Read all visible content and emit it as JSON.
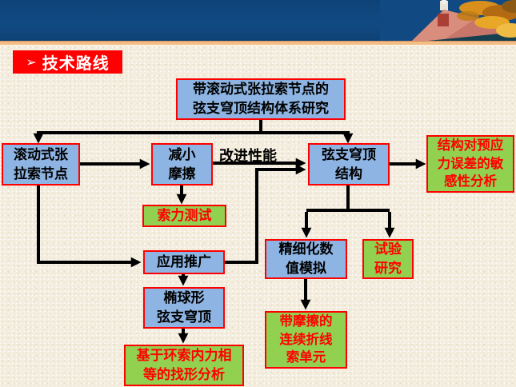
{
  "header": {
    "image": "chinese-palace-roof-photo",
    "colors": {
      "band": "#114a82",
      "strip": "#f2be86"
    }
  },
  "section_label": {
    "arrow_icon": "➢",
    "text": "技术路线"
  },
  "flow": {
    "nodes": {
      "title": {
        "text": "带滚动式张拉索节点的\n弦支穹顶结构体系研究",
        "type": "blue"
      },
      "rolling": {
        "text": "滚动式张\n拉索节点",
        "type": "blue"
      },
      "friction": {
        "text": "减小\n摩擦",
        "type": "blue"
      },
      "suspendome": {
        "text": "弦支穹顶\n结构",
        "type": "blue"
      },
      "application": {
        "text": "应用推广",
        "type": "blue"
      },
      "ellipsoidal": {
        "text": "椭球形\n弦支穹顶",
        "type": "blue"
      },
      "refined": {
        "text": "精细化数\n值模拟",
        "type": "blue"
      },
      "sensitivity": {
        "text": "结构对预应\n力误差的敏\n感性分析",
        "type": "green"
      },
      "cable_test": {
        "text": "索力测试",
        "type": "green"
      },
      "experimental": {
        "text": "试验\n研究",
        "type": "green"
      },
      "friction_element": {
        "text": "带摩擦的\n连续折线\n索单元",
        "type": "green"
      },
      "form_finding": {
        "text": "基于环索内力相\n等的找形分析",
        "type": "green"
      }
    },
    "edge_label": "改进性能"
  },
  "colors": {
    "background": "#f4edde",
    "node_blue": "#8db4e2",
    "node_green": "#92d050",
    "accent_red": "#ff0000",
    "arrow_black": "#000000"
  }
}
